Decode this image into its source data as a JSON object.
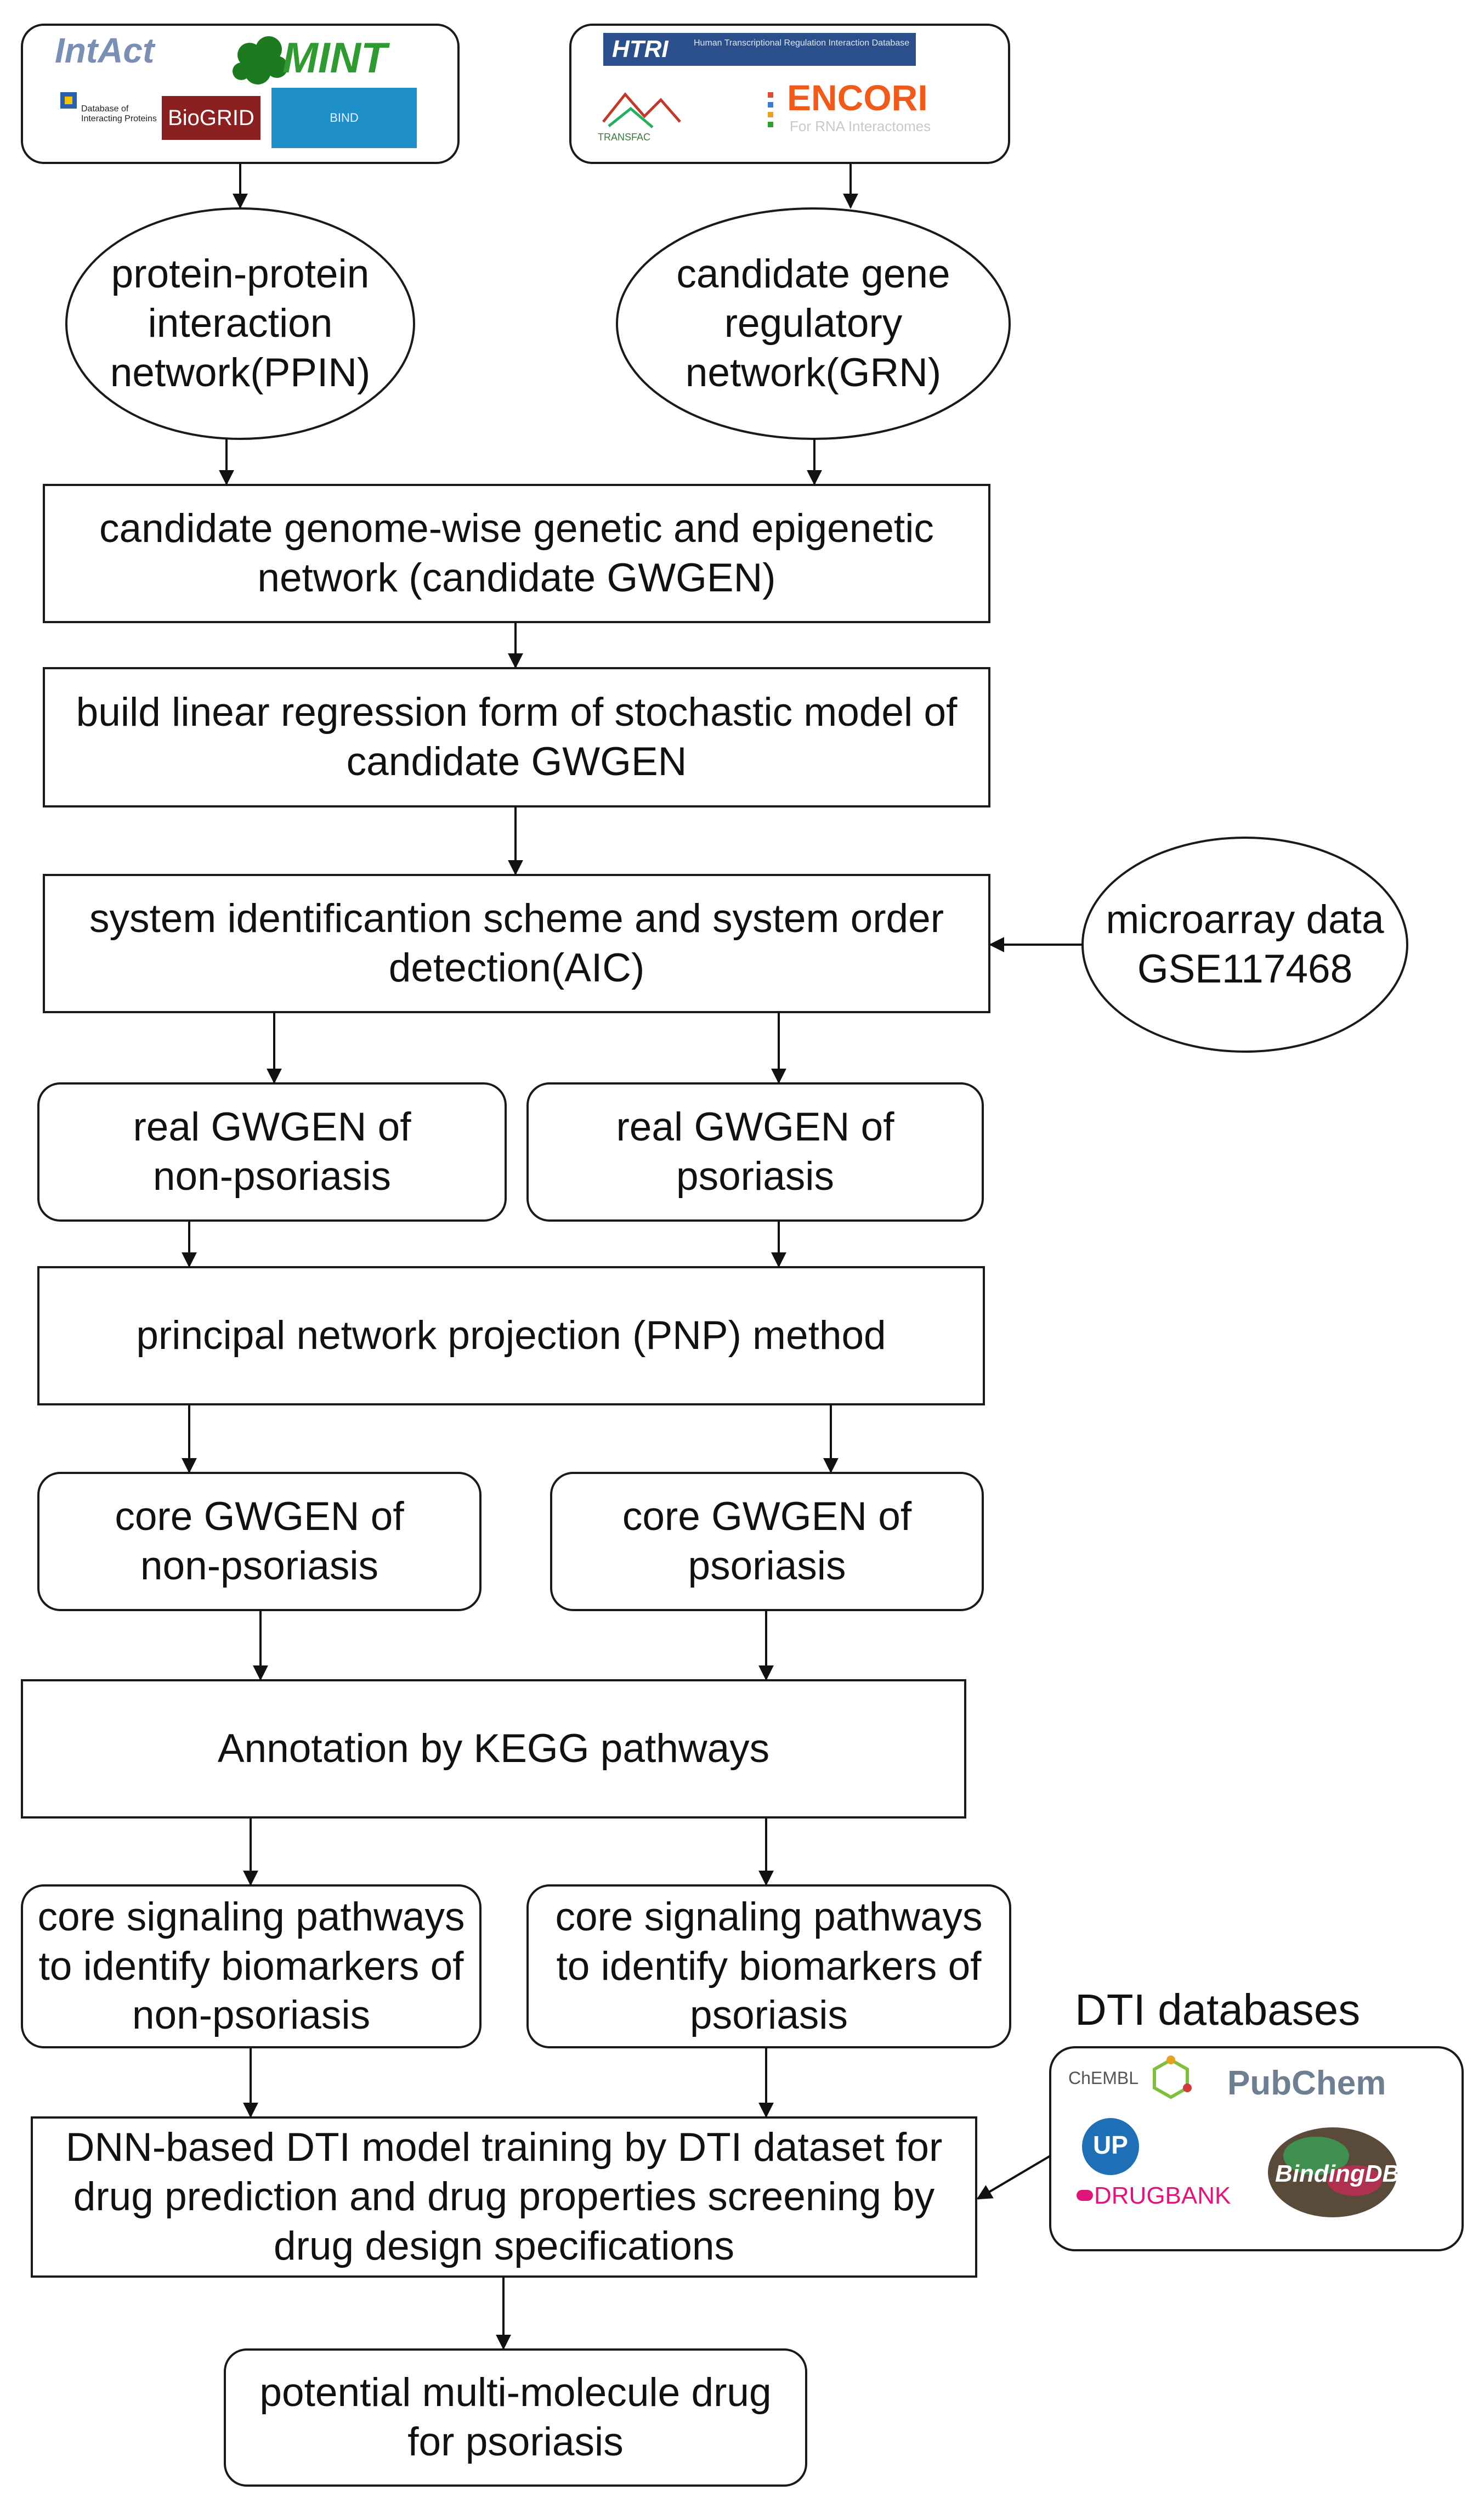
{
  "sources": {
    "left_db": {
      "logos": [
        "IntAct",
        "MINT",
        "Database of Interacting Proteins",
        "BioGRID",
        "BIND"
      ]
    },
    "right_db": {
      "logos": [
        "HTRI",
        "Human Transcriptional Regulation Interaction Database",
        "ENCORI",
        "For RNA Interactomes",
        "TRANSFAC"
      ]
    }
  },
  "ellipses": {
    "ppin": [
      "protein-protein",
      "interaction",
      "network(PPIN)"
    ],
    "grn": [
      "candidate gene",
      "regulatory",
      "network(GRN)"
    ],
    "microarray": [
      "microarray data",
      "GSE117468"
    ]
  },
  "boxes": {
    "candidate_gwgen": [
      "candidate genome-wise genetic and epigenetic",
      "network (candidate GWGEN)"
    ],
    "linear_regression": [
      "build linear regression form of stochastic model of",
      "candidate GWGEN"
    ],
    "system_id": [
      "system identificantion scheme and system order",
      "detection(AIC)"
    ],
    "real_non": [
      "real GWGEN of",
      "non-psoriasis"
    ],
    "real_pso": [
      "real GWGEN of",
      "psoriasis"
    ],
    "pnp": [
      "principal network projection (PNP) method"
    ],
    "core_non": [
      "core GWGEN of",
      "non-psoriasis"
    ],
    "core_pso": [
      "core GWGEN of",
      "psoriasis"
    ],
    "kegg": [
      "Annotation by KEGG pathways"
    ],
    "signal_non": [
      "core signaling pathways",
      "to identify biomarkers of",
      "non-psoriasis"
    ],
    "signal_pso": [
      "core signaling pathways",
      "to identify biomarkers of",
      "psoriasis"
    ],
    "dnn": [
      "DNN-based DTI model training by DTI dataset for",
      "drug prediction and drug properties screening by",
      "drug design specifications"
    ],
    "potential": [
      "potential multi-molecule drug",
      "for psoriasis"
    ]
  },
  "dti": {
    "title": "DTI databases",
    "logos": [
      "ChEMBL",
      "PubChem",
      "UP",
      "DRUGBANK",
      "BindingDB"
    ]
  }
}
